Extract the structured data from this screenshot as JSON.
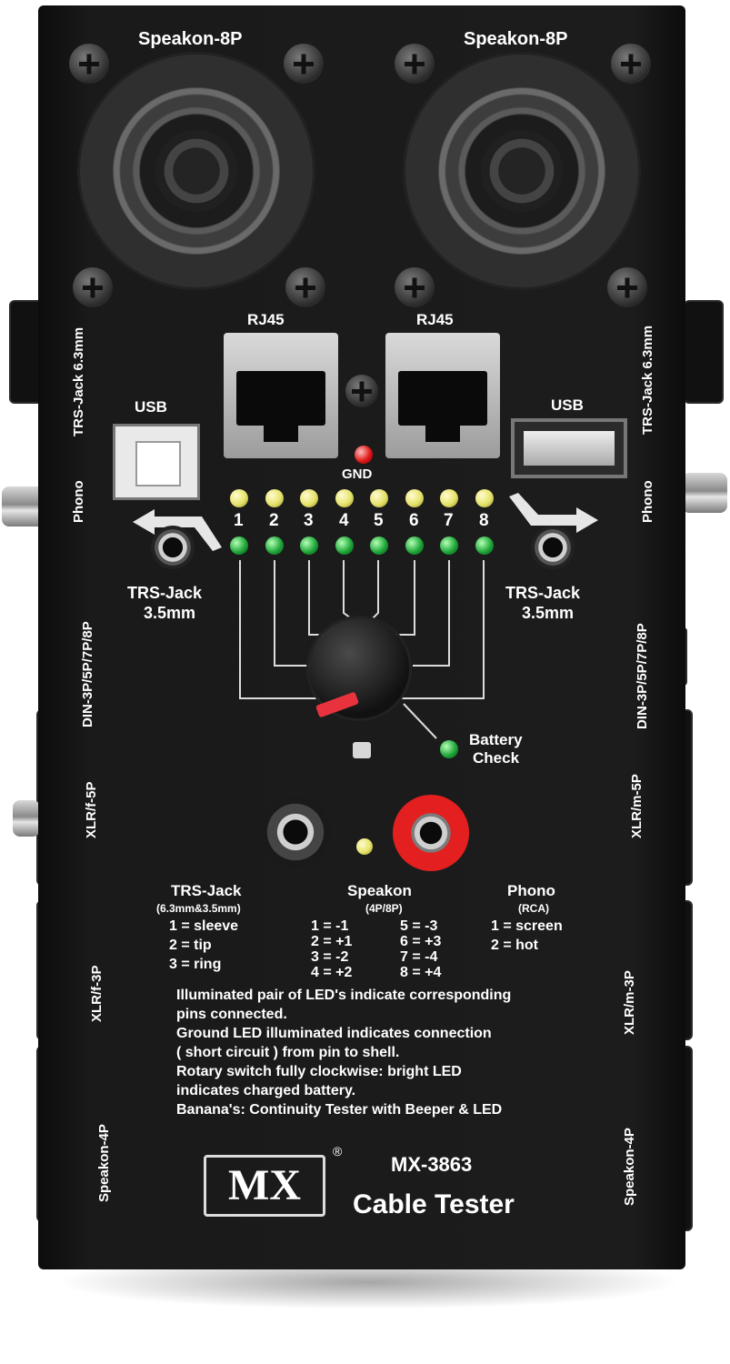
{
  "device": {
    "speakon_top_left": "Speakon-8P",
    "speakon_top_right": "Speakon-8P",
    "rj45_left": "RJ45",
    "rj45_right": "RJ45",
    "usb_left": "USB",
    "usb_right": "USB",
    "gnd": "GND",
    "led_numbers": [
      "1",
      "2",
      "3",
      "4",
      "5",
      "6",
      "7",
      "8"
    ],
    "trs_35_left_1": "TRS-Jack",
    "trs_35_left_2": "3.5mm",
    "trs_35_right_1": "TRS-Jack",
    "trs_35_right_2": "3.5mm",
    "battery_1": "Battery",
    "battery_2": "Check",
    "side_left": {
      "trs_63": "TRS-Jack 6.3mm",
      "phono": "Phono",
      "din": "DIN-3P/5P/7P/8P",
      "xlr_f5": "XLR/f-5P",
      "xlr_f3": "XLR/f-3P",
      "speakon4": "Speakon-4P"
    },
    "side_right": {
      "trs_63": "TRS-Jack 6.3mm",
      "phono": "Phono",
      "din": "DIN-3P/5P/7P/8P",
      "xlr_m5": "XLR/m-5P",
      "xlr_m3": "XLR/m-3P",
      "speakon4": "Speakon-4P"
    },
    "legend": {
      "trs_title": "TRS-Jack",
      "trs_sub": "(6.3mm&3.5mm)",
      "trs_items": [
        "1 = sleeve",
        "2 = tip",
        "3 = ring"
      ],
      "speakon_title": "Speakon",
      "speakon_sub": "(4P/8P)",
      "speakon_col1": [
        "1 =  -1",
        "2 = +1",
        "3 =  -2",
        "4 = +2"
      ],
      "speakon_col2": [
        "5 =  -3",
        "6 = +3",
        "7 =  -4",
        "8 = +4"
      ],
      "phono_title": "Phono",
      "phono_sub": "(RCA)",
      "phono_items": [
        "1 = screen",
        "2 = hot"
      ]
    },
    "notes": [
      "Illuminated pair of LED's indicate corresponding",
      "pins connected.",
      "Ground LED illuminated indicates connection",
      "( short circuit ) from pin to shell.",
      "Rotary switch fully clockwise: bright LED",
      "indicates charged battery.",
      "Banana's: Continuity Tester with Beeper & LED"
    ],
    "brand": "MX",
    "registered": "®",
    "model": "MX-3863",
    "product": "Cable Tester"
  }
}
